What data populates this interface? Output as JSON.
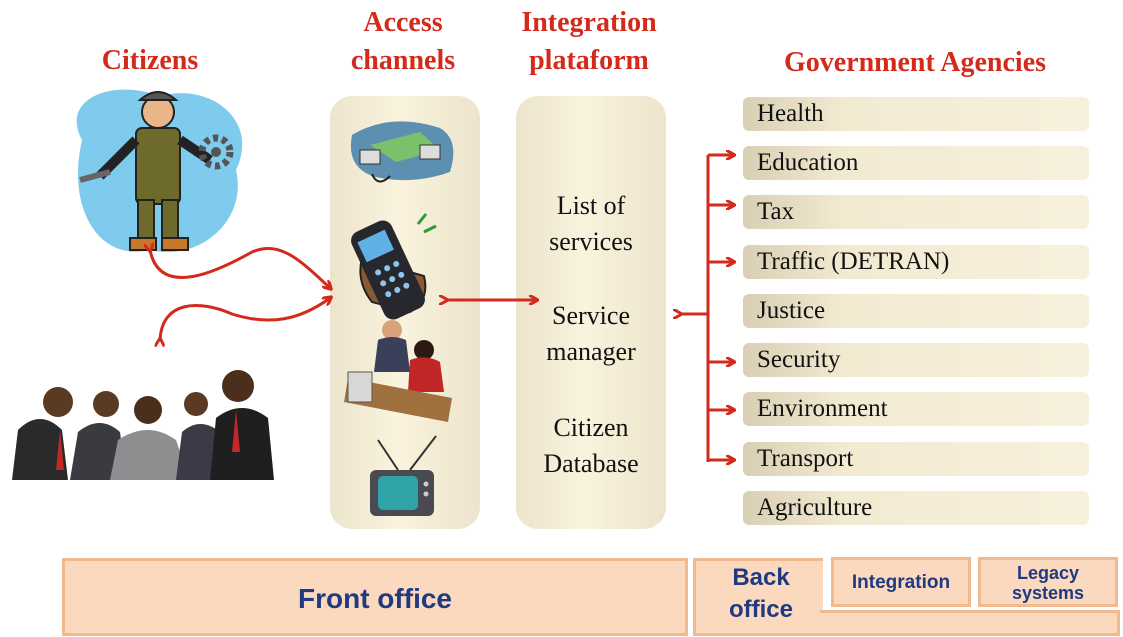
{
  "headers": {
    "citizens": "Citizens",
    "access_line1": "Access",
    "access_line2": "channels",
    "integration_line1": "Integration",
    "integration_line2": "plataform",
    "agencies": "Government Agencies"
  },
  "platform": {
    "services_line1": "List of",
    "services_line2": "services",
    "manager_line1": "Service",
    "manager_line2": "manager",
    "db_line1": "Citizen",
    "db_line2": "Database"
  },
  "agencies": [
    "Health",
    "Education",
    "Tax",
    "Traffic (DETRAN)",
    "Justice",
    "Security",
    "Environment",
    "Transport",
    "Agriculture"
  ],
  "bottom": {
    "front_office": "Front office",
    "back_office_line1": "Back",
    "back_office_line2": "office",
    "integration": "Integration",
    "legacy_line1": "Legacy",
    "legacy_line2": "systems"
  },
  "icons": {
    "worker": "worker-with-gear-illustration",
    "group": "business-group-illustration",
    "network": "network-map-illustration",
    "phone": "mobile-phone-illustration",
    "office": "office-counter-illustration",
    "tv": "television-illustration"
  },
  "colors": {
    "header": "#d42a1c",
    "arrow": "#d42a1c",
    "bar_fill": "#fbd9be",
    "bar_text": "#1f3a80"
  }
}
